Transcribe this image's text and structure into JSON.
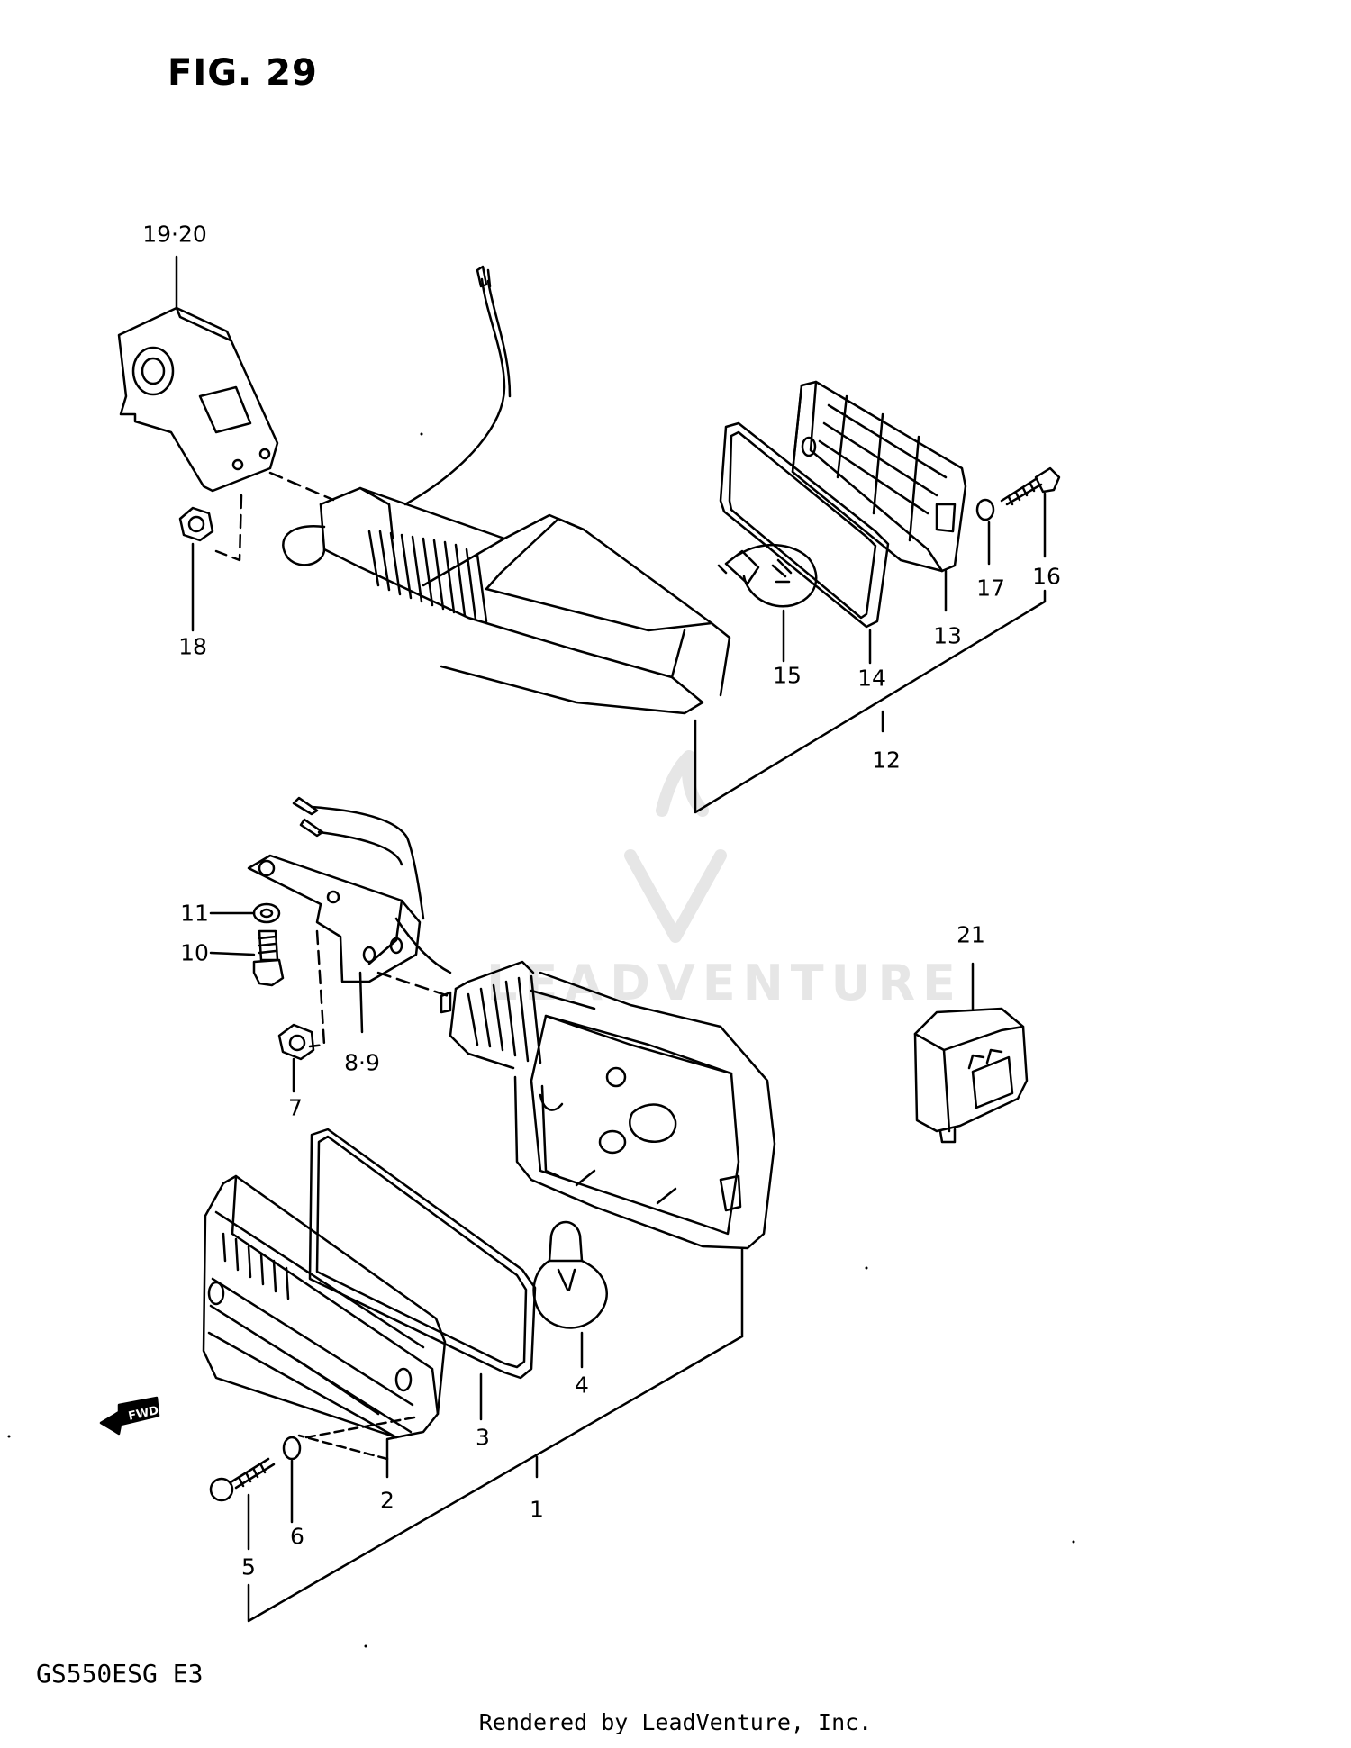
{
  "figure_title": "FIG. 29",
  "model_code": "GS550ESG  E3",
  "footer": "Rendered by LeadVenture, Inc.",
  "watermark_text": "LEADVENTURE",
  "fwd_label": "FWD",
  "callouts": [
    {
      "id": "c1",
      "label": "1"
    },
    {
      "id": "c2",
      "label": "2"
    },
    {
      "id": "c3",
      "label": "3"
    },
    {
      "id": "c4",
      "label": "4"
    },
    {
      "id": "c5",
      "label": "5"
    },
    {
      "id": "c6",
      "label": "6"
    },
    {
      "id": "c7",
      "label": "7"
    },
    {
      "id": "c8",
      "label": "8·9"
    },
    {
      "id": "c10",
      "label": "10"
    },
    {
      "id": "c11",
      "label": "11"
    },
    {
      "id": "c12",
      "label": "12"
    },
    {
      "id": "c13",
      "label": "13"
    },
    {
      "id": "c14",
      "label": "14"
    },
    {
      "id": "c15",
      "label": "15"
    },
    {
      "id": "c16",
      "label": "16"
    },
    {
      "id": "c17",
      "label": "17"
    },
    {
      "id": "c18",
      "label": "18"
    },
    {
      "id": "c19",
      "label": "19·20"
    },
    {
      "id": "c21",
      "label": "21"
    }
  ]
}
